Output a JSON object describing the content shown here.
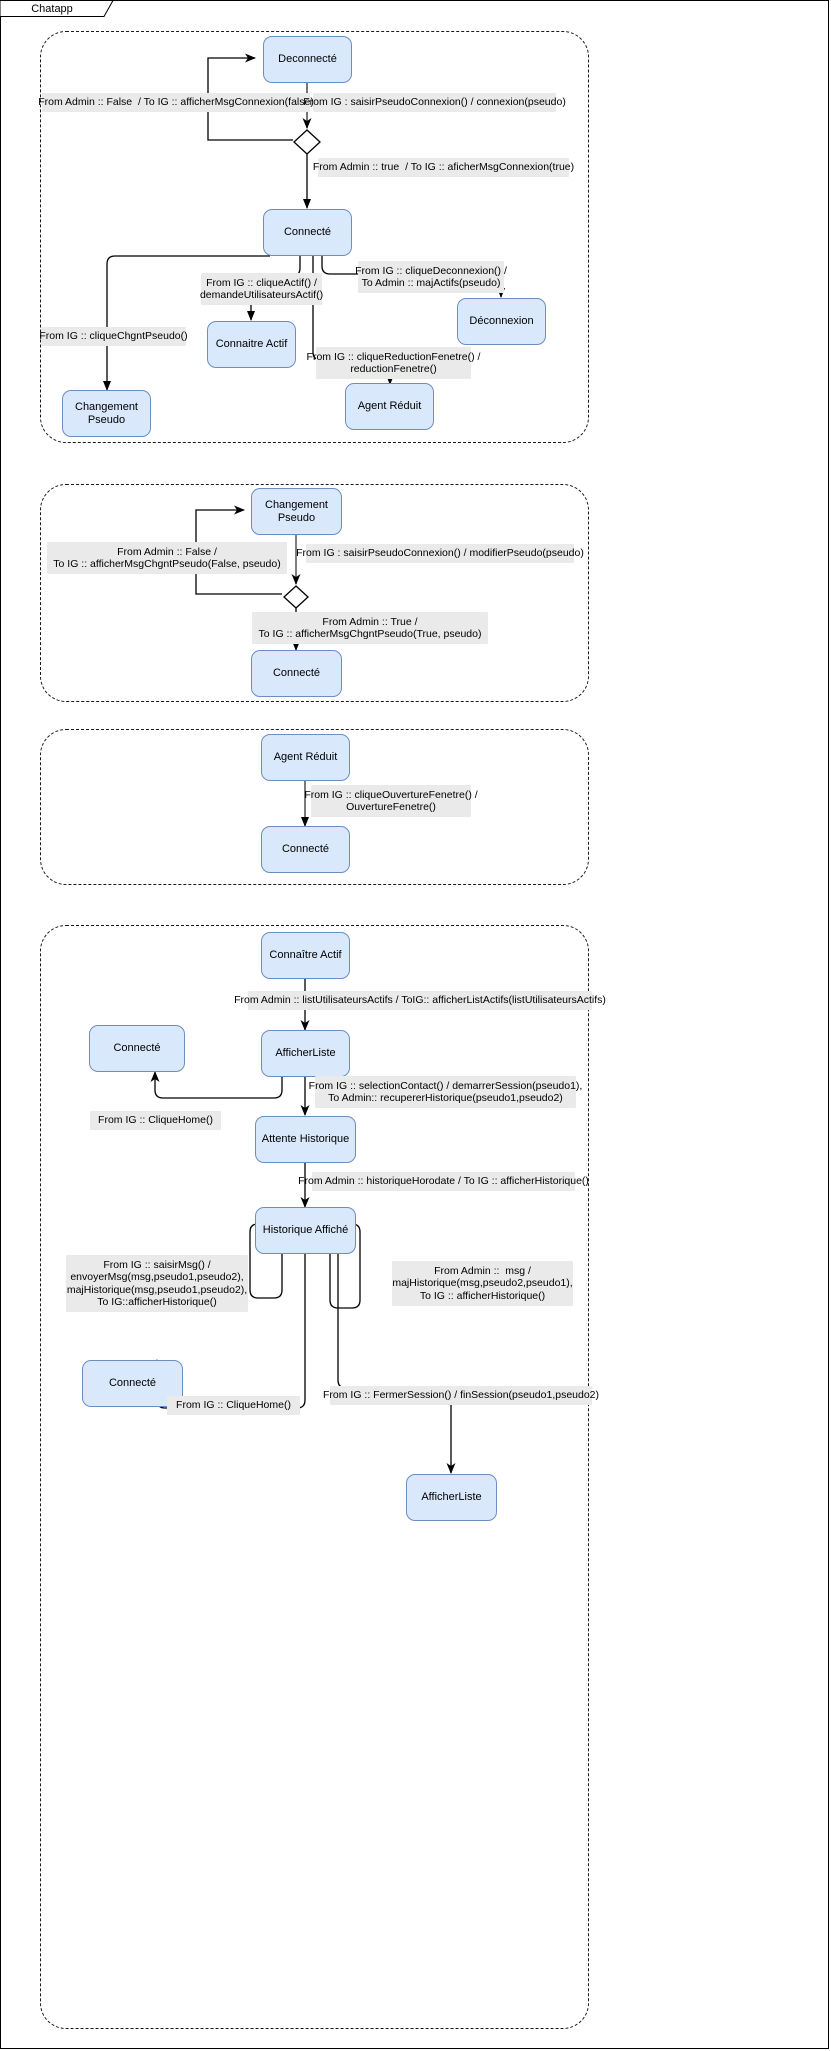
{
  "window": {
    "tab_label": "Chatapp"
  },
  "diagram": {
    "type": "state-machine",
    "regions": [
      {
        "id": "region-connexion",
        "nodes": [
          {
            "id": "deconnecte",
            "label": "Deconnecté"
          },
          {
            "id": "connecte",
            "label": "Connecté"
          },
          {
            "id": "connaitre-actif",
            "label": "Connaitre Actif"
          },
          {
            "id": "changement-pseudo",
            "label": "Changement Pseudo"
          },
          {
            "id": "deconnexion",
            "label": "Déconnexion"
          },
          {
            "id": "agent-reduit",
            "label": "Agent Réduit"
          }
        ],
        "decisions": [
          {
            "id": "decision-connexion"
          }
        ],
        "labels": [
          {
            "id": "lbl-admin-false",
            "text": "From Admin :: False  / To IG :: afficherMsgConnexion(false)"
          },
          {
            "id": "lbl-saisir-pseudo",
            "text": "From IG : saisirPseudoConnexion() / connexion(pseudo)"
          },
          {
            "id": "lbl-admin-true",
            "text": "From Admin :: true  / To IG :: aficherMsgConnexion(true)"
          },
          {
            "id": "lbl-clique-actif",
            "text": "From IG :: cliqueActif() /\ndemandeUtilisateursActif()"
          },
          {
            "id": "lbl-clique-deconnexion",
            "text": "From IG :: cliqueDeconnexion() /\nTo Admin :: majActifs(pseudo)"
          },
          {
            "id": "lbl-clique-chgnt-pseudo",
            "text": "From IG :: cliqueChgntPseudo()"
          },
          {
            "id": "lbl-reduction-fenetre",
            "text": "From IG :: cliqueReductionFenetre() /\nreductionFenetre()"
          }
        ]
      },
      {
        "id": "region-changement-pseudo",
        "nodes": [
          {
            "id": "cp-changement-pseudo",
            "label": "Changement Pseudo"
          },
          {
            "id": "cp-connecte",
            "label": "Connecté"
          }
        ],
        "decisions": [
          {
            "id": "cp-decision"
          }
        ],
        "labels": [
          {
            "id": "lbl-cp-false",
            "text": "From Admin :: False /\nTo IG :: afficherMsgChgntPseudo(False, pseudo)"
          },
          {
            "id": "lbl-cp-saisir",
            "text": "From IG : saisirPseudoConnexion() / modifierPseudo(pseudo)"
          },
          {
            "id": "lbl-cp-true",
            "text": "From Admin :: True /\nTo IG :: afficherMsgChgntPseudo(True, pseudo)"
          }
        ]
      },
      {
        "id": "region-agent-reduit",
        "nodes": [
          {
            "id": "ar-agent-reduit",
            "label": "Agent Réduit"
          },
          {
            "id": "ar-connecte",
            "label": "Connecté"
          }
        ],
        "decisions": [],
        "labels": [
          {
            "id": "lbl-ar-ouverture",
            "text": "From IG :: cliqueOuvertureFenetre() /\nOuvertureFenetre()"
          }
        ]
      },
      {
        "id": "region-historique",
        "nodes": [
          {
            "id": "h-connaitre-actif",
            "label": "Connaître Actif"
          },
          {
            "id": "h-afficherliste",
            "label": "AfficherListe"
          },
          {
            "id": "h-connecte-1",
            "label": "Connecté"
          },
          {
            "id": "h-attente-historique",
            "label": "Attente Historique"
          },
          {
            "id": "h-historique-affiche",
            "label": "Historique Affiché"
          },
          {
            "id": "h-connecte-2",
            "label": "Connecté"
          },
          {
            "id": "h-afficherliste-2",
            "label": "AfficherListe"
          }
        ],
        "decisions": [],
        "labels": [
          {
            "id": "lbl-h-listactifs",
            "text": "From Admin :: listUtilisateursActifs / ToIG:: afficherListActifs(listUtilisateursActifs)"
          },
          {
            "id": "lbl-h-selection",
            "text": "From IG :: selectionContact() / demarrerSession(pseudo1),\nTo Admin:: recupererHistorique(pseudo1,pseudo2)"
          },
          {
            "id": "lbl-h-cliquehome-1",
            "text": "From IG :: CliqueHome()"
          },
          {
            "id": "lbl-h-horodate",
            "text": "From Admin :: historiqueHorodate / To IG :: afficherHistorique()"
          },
          {
            "id": "lbl-h-saisirmsg",
            "text": "From IG :: saisirMsg() /\nenvoyerMsg(msg,pseudo1,pseudo2),\nmajHistorique(msg,pseudo1,pseudo2),\nTo IG::afficherHistorique()"
          },
          {
            "id": "lbl-h-msg",
            "text": "From Admin ::  msg /\nmajHistorique(msg,pseudo2,pseudo1),\nTo IG :: afficherHistorique()"
          },
          {
            "id": "lbl-h-cliquehome-2",
            "text": "From IG :: CliqueHome()"
          },
          {
            "id": "lbl-h-fermersession",
            "text": "From IG :: FermerSession() / finSession(pseudo1,pseudo2)"
          }
        ]
      }
    ]
  },
  "colors": {
    "node_fill": "#dae8fc",
    "node_stroke": "#6c8ebf",
    "label_fill": "#eaeaea",
    "edge_stroke": "#000000",
    "frame_stroke": "#000000"
  }
}
